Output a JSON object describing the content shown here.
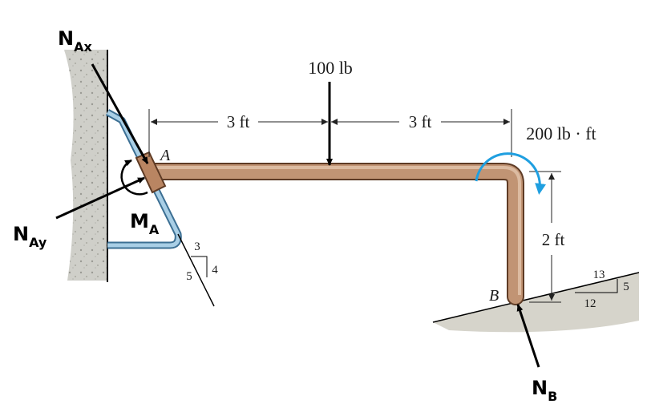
{
  "diagram": {
    "labels": {
      "NAx_main": "N",
      "NAx_sub": "Ax",
      "NAy_main": "N",
      "NAy_sub": "Ay",
      "MA_main": "M",
      "MA_sub": "A",
      "NB_main": "N",
      "NB_sub": "B",
      "point_A": "A",
      "point_B": "B"
    },
    "dimensions": {
      "left_span": "3 ft",
      "right_span": "3 ft",
      "height": "2 ft"
    },
    "loads": {
      "force": "100 lb",
      "moment": "200 lb · ft"
    },
    "slopes": {
      "left_rise": "3",
      "left_run": "4",
      "left_hyp": "5",
      "right_hyp": "13",
      "right_rise": "5",
      "right_run": "12"
    },
    "colors": {
      "pipe": "#c19474",
      "pipe_dark": "#8a5a3c",
      "moment_arrow": "#1f9fe0",
      "ground": "#d6d4cb",
      "support_blue": "#a9cfe6"
    }
  }
}
